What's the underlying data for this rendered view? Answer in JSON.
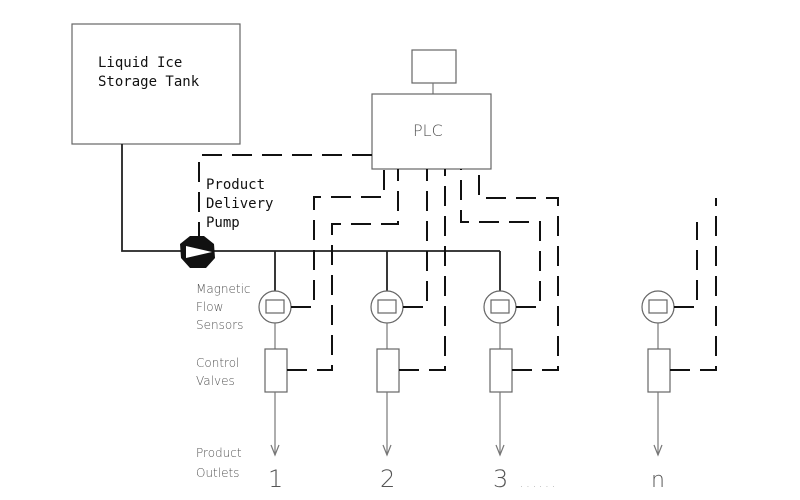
{
  "diagram": {
    "tank_label_line1": "Liquid Ice",
    "tank_label_line2": "Storage Tank",
    "plc_label": "PLC",
    "pump_label_line1": "Product",
    "pump_label_line2": "Delivery",
    "pump_label_line3": "Pump",
    "sensor_label_line1": "Magnetic",
    "sensor_label_line2": "Flow",
    "sensor_label_line3": "Sensors",
    "valve_label_line1": "Control",
    "valve_label_line2": "Valves",
    "outlet_label_line1": "Product",
    "outlet_label_line2": "Outlets",
    "outlets": [
      "1",
      "2",
      "3",
      "n"
    ],
    "ellipsis": ". . . . . ."
  }
}
